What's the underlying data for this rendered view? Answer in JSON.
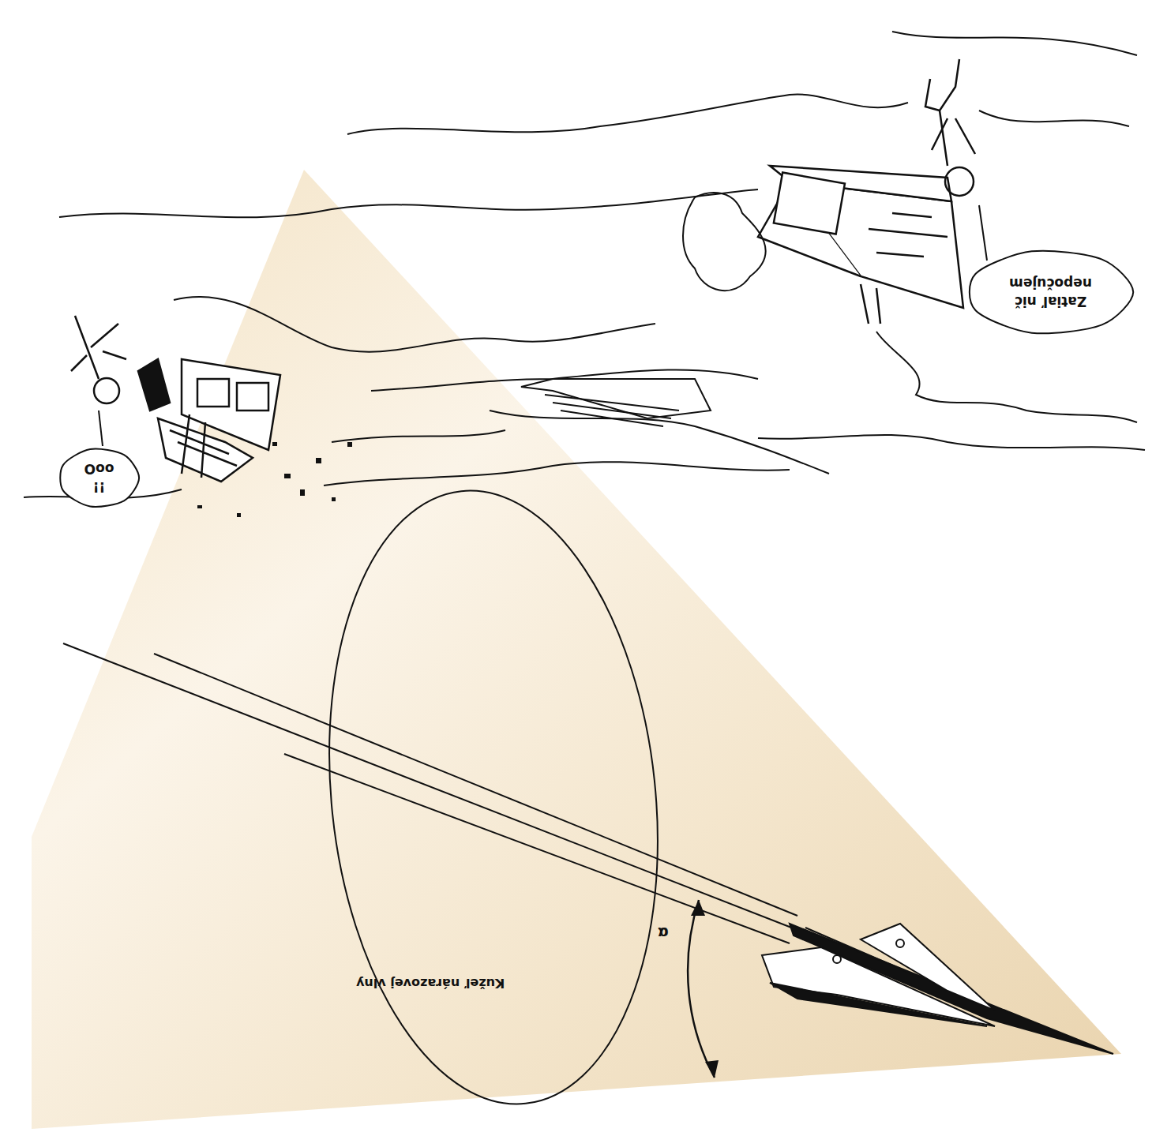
{
  "diagram": {
    "nodes": [
      {
        "text": [
          "Zatiaľ nič nepočujem"
        ]
      },
      {
        "text": [
          "!! ooO"
        ]
      }
    ],
    "labels": [
      "Kužeľ nárazovej vlny",
      "α"
    ]
  }
}
